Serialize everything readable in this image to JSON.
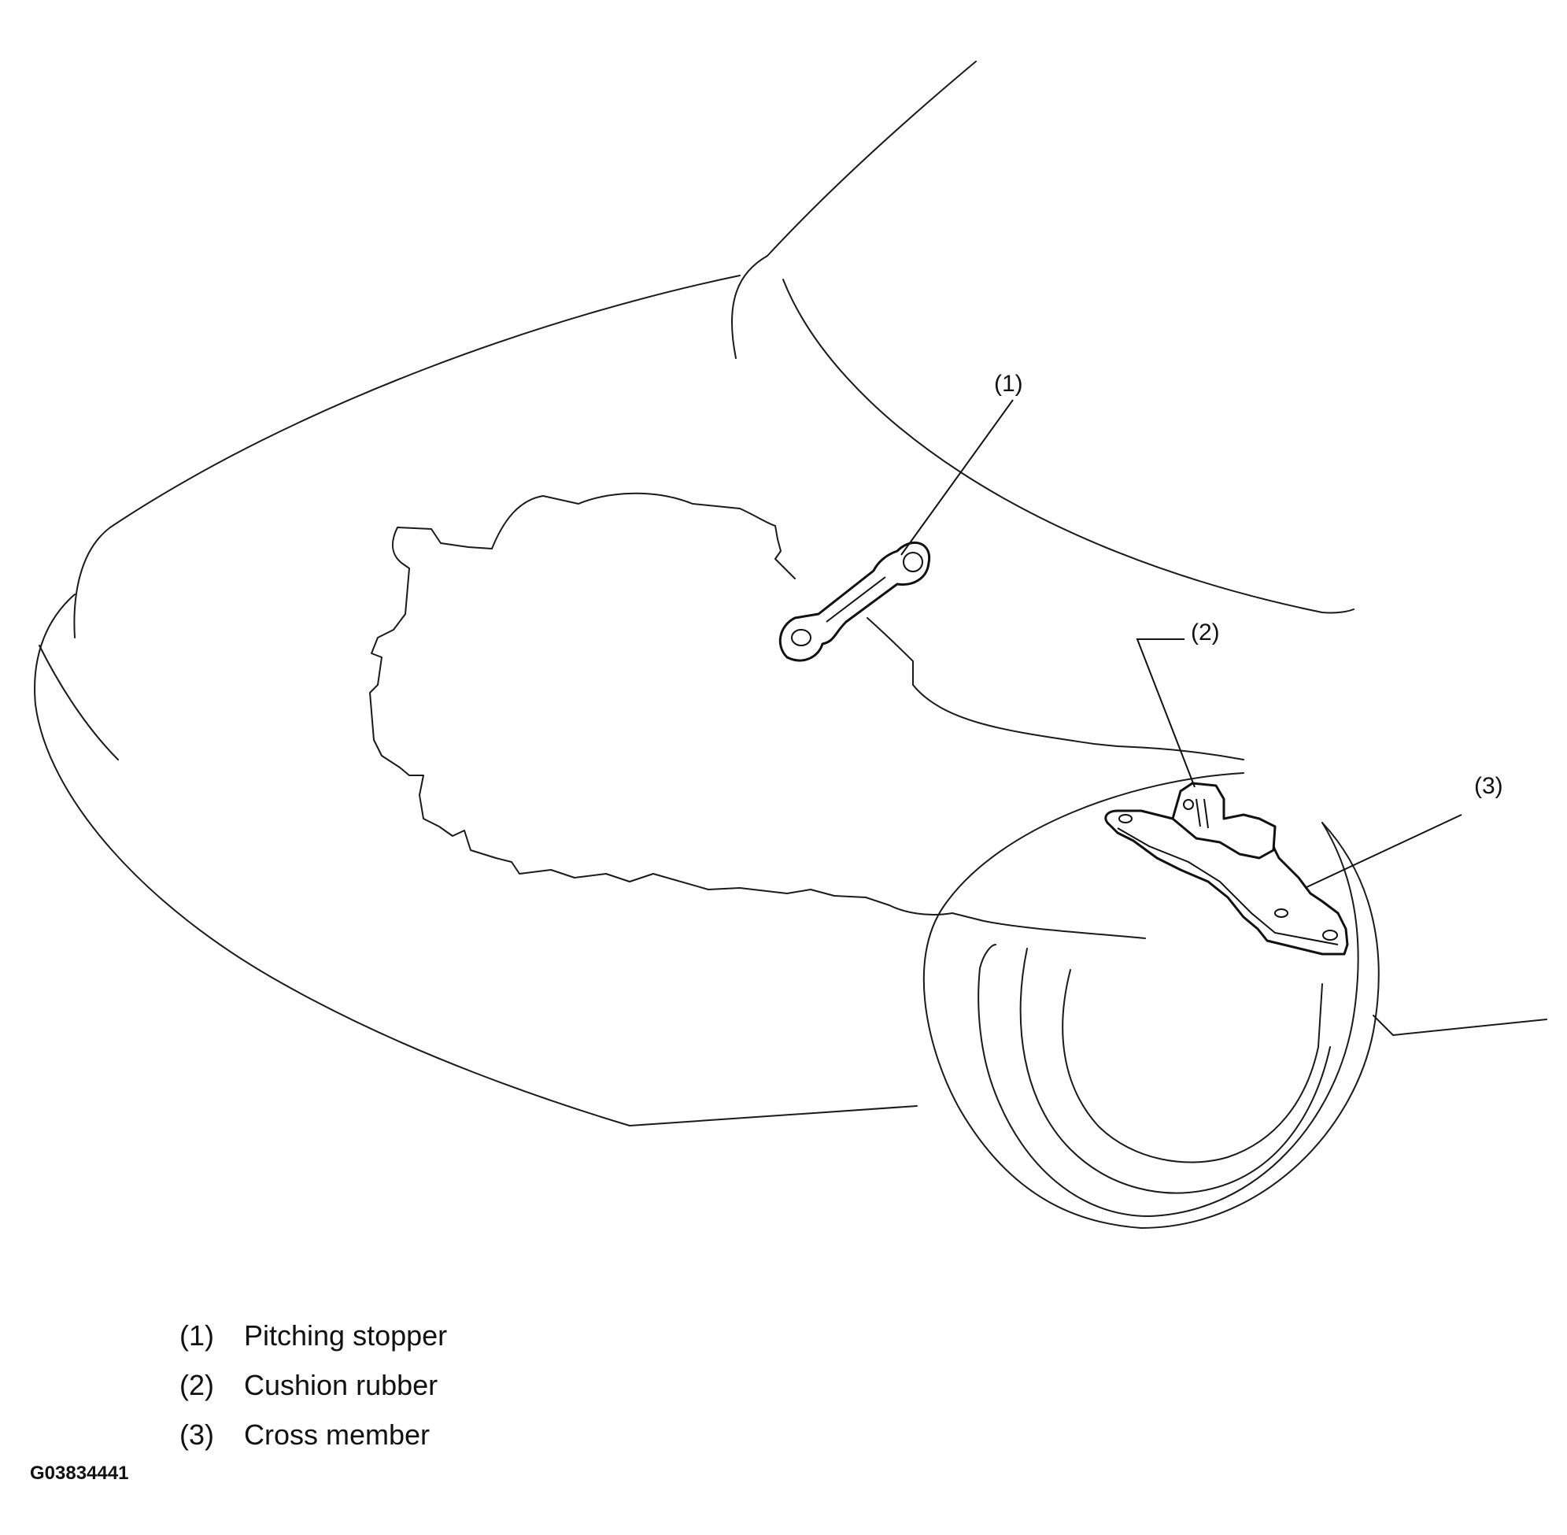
{
  "callouts": [
    {
      "number": "(1)"
    },
    {
      "number": "(2)"
    },
    {
      "number": "(3)"
    }
  ],
  "legend": [
    {
      "number": "(1)",
      "label": "Pitching stopper"
    },
    {
      "number": "(2)",
      "label": "Cushion rubber"
    },
    {
      "number": "(3)",
      "label": "Cross member"
    }
  ],
  "figure_id": "G03834441",
  "colors": {
    "line": "#111111",
    "background": "#ffffff"
  }
}
